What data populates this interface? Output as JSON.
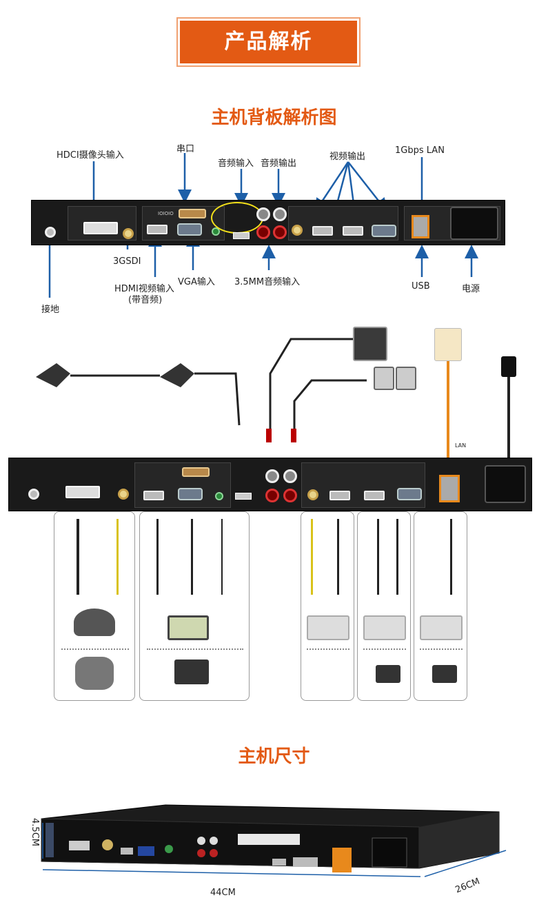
{
  "banner": {
    "title": "产品解析"
  },
  "rear_panel": {
    "title": "主机背板解析图",
    "labels": {
      "hdci_in": "HDCI摄像头输入",
      "serial": "串口",
      "audio_in": "音频输入",
      "audio_out": "音频输出",
      "video_out": "视频输出",
      "lan": "1Gbps LAN",
      "sdi": "3GSDI",
      "hdmi_in_1": "HDMI视频输入",
      "hdmi_in_2": "(带音频)",
      "vga_in": "VGA输入",
      "mm_audio": "3.5MM音频输入",
      "usb": "USB",
      "power": "电源",
      "ground": "接地"
    },
    "panel_text": {
      "serial_mark": "IOIOIO",
      "lan_mark": "LAN"
    }
  },
  "dimensions": {
    "title": "主机尺寸",
    "height": "4.5CM",
    "width": "44CM",
    "depth": "26CM"
  },
  "colors": {
    "accent": "#e35a14",
    "arrow": "#1d5fa8",
    "highlight": "#f4e11a",
    "lan_port": "#e8891c"
  }
}
